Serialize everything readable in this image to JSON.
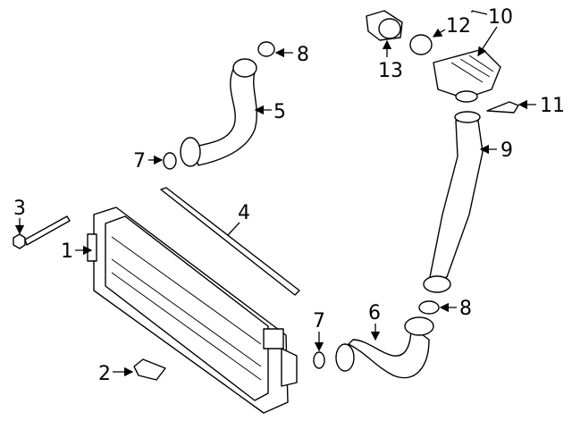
{
  "diagram": {
    "title": "Intercooler and charge air hose assembly",
    "callouts": [
      {
        "id": "c1",
        "label": "1",
        "part": "intercooler"
      },
      {
        "id": "c2",
        "label": "2",
        "part": "bracket"
      },
      {
        "id": "c3",
        "label": "3",
        "part": "bolt"
      },
      {
        "id": "c4",
        "label": "4",
        "part": "seal-strip"
      },
      {
        "id": "c5",
        "label": "5",
        "part": "upper-hose"
      },
      {
        "id": "c6",
        "label": "6",
        "part": "lower-hose"
      },
      {
        "id": "c7a",
        "label": "7",
        "part": "o-ring-upper"
      },
      {
        "id": "c7b",
        "label": "7",
        "part": "o-ring-lower"
      },
      {
        "id": "c8a",
        "label": "8",
        "part": "o-ring-upper"
      },
      {
        "id": "c8b",
        "label": "8",
        "part": "o-ring-lower"
      },
      {
        "id": "c9",
        "label": "9",
        "part": "charge-pipe"
      },
      {
        "id": "c10",
        "label": "10",
        "part": "throttle-housing"
      },
      {
        "id": "c11",
        "label": "11",
        "part": "clip"
      },
      {
        "id": "c12",
        "label": "12",
        "part": "seal-ring"
      },
      {
        "id": "c13",
        "label": "13",
        "part": "connector"
      }
    ]
  }
}
